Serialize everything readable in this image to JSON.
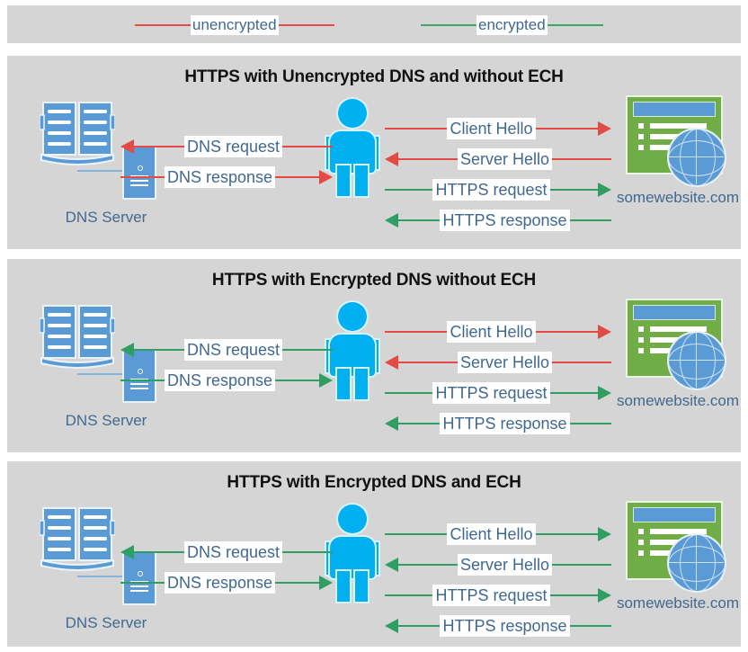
{
  "legend": {
    "items": [
      {
        "label": "unencrypted",
        "color": "#e24a42",
        "name": "legend-unencrypted"
      },
      {
        "label": "encrypted",
        "color": "#2e9e62",
        "name": "legend-encrypted"
      }
    ]
  },
  "colors": {
    "panel_bg": "#d5d5d5",
    "page_bg": "#ffffff",
    "unencrypted": "#e24a42",
    "encrypted": "#2e9e62",
    "label_text": "#41688f",
    "title_text": "#111111",
    "person": "#00b0f0",
    "server_blue": "#5b9bd5",
    "browser_green": "#70ad47"
  },
  "actors": {
    "dns_server_label": "DNS Server",
    "website_label": "somewebsite.com",
    "user_label": "user"
  },
  "panels": [
    {
      "id": "panel-1",
      "title": "HTTPS with Unencrypted DNS and without ECH",
      "dns_flows": [
        {
          "label": "DNS request",
          "direction": "left",
          "encrypted": false
        },
        {
          "label": "DNS response",
          "direction": "right",
          "encrypted": false
        }
      ],
      "server_flows": [
        {
          "label": "Client Hello",
          "direction": "right",
          "encrypted": false
        },
        {
          "label": "Server Hello",
          "direction": "left",
          "encrypted": false
        },
        {
          "label": "HTTPS request",
          "direction": "right",
          "encrypted": true
        },
        {
          "label": "HTTPS response",
          "direction": "left",
          "encrypted": true
        }
      ]
    },
    {
      "id": "panel-2",
      "title": "HTTPS with Encrypted DNS without ECH",
      "dns_flows": [
        {
          "label": "DNS request",
          "direction": "left",
          "encrypted": true
        },
        {
          "label": "DNS response",
          "direction": "right",
          "encrypted": true
        }
      ],
      "server_flows": [
        {
          "label": "Client Hello",
          "direction": "right",
          "encrypted": false
        },
        {
          "label": "Server Hello",
          "direction": "left",
          "encrypted": false
        },
        {
          "label": "HTTPS request",
          "direction": "right",
          "encrypted": true
        },
        {
          "label": "HTTPS response",
          "direction": "left",
          "encrypted": true
        }
      ]
    },
    {
      "id": "panel-3",
      "title": "HTTPS with Encrypted DNS and ECH",
      "dns_flows": [
        {
          "label": "DNS request",
          "direction": "left",
          "encrypted": true
        },
        {
          "label": "DNS response",
          "direction": "right",
          "encrypted": true
        }
      ],
      "server_flows": [
        {
          "label": "Client Hello",
          "direction": "right",
          "encrypted": true
        },
        {
          "label": "Server Hello",
          "direction": "left",
          "encrypted": true
        },
        {
          "label": "HTTPS request",
          "direction": "right",
          "encrypted": true
        },
        {
          "label": "HTTPS response",
          "direction": "left",
          "encrypted": true
        }
      ]
    }
  ]
}
